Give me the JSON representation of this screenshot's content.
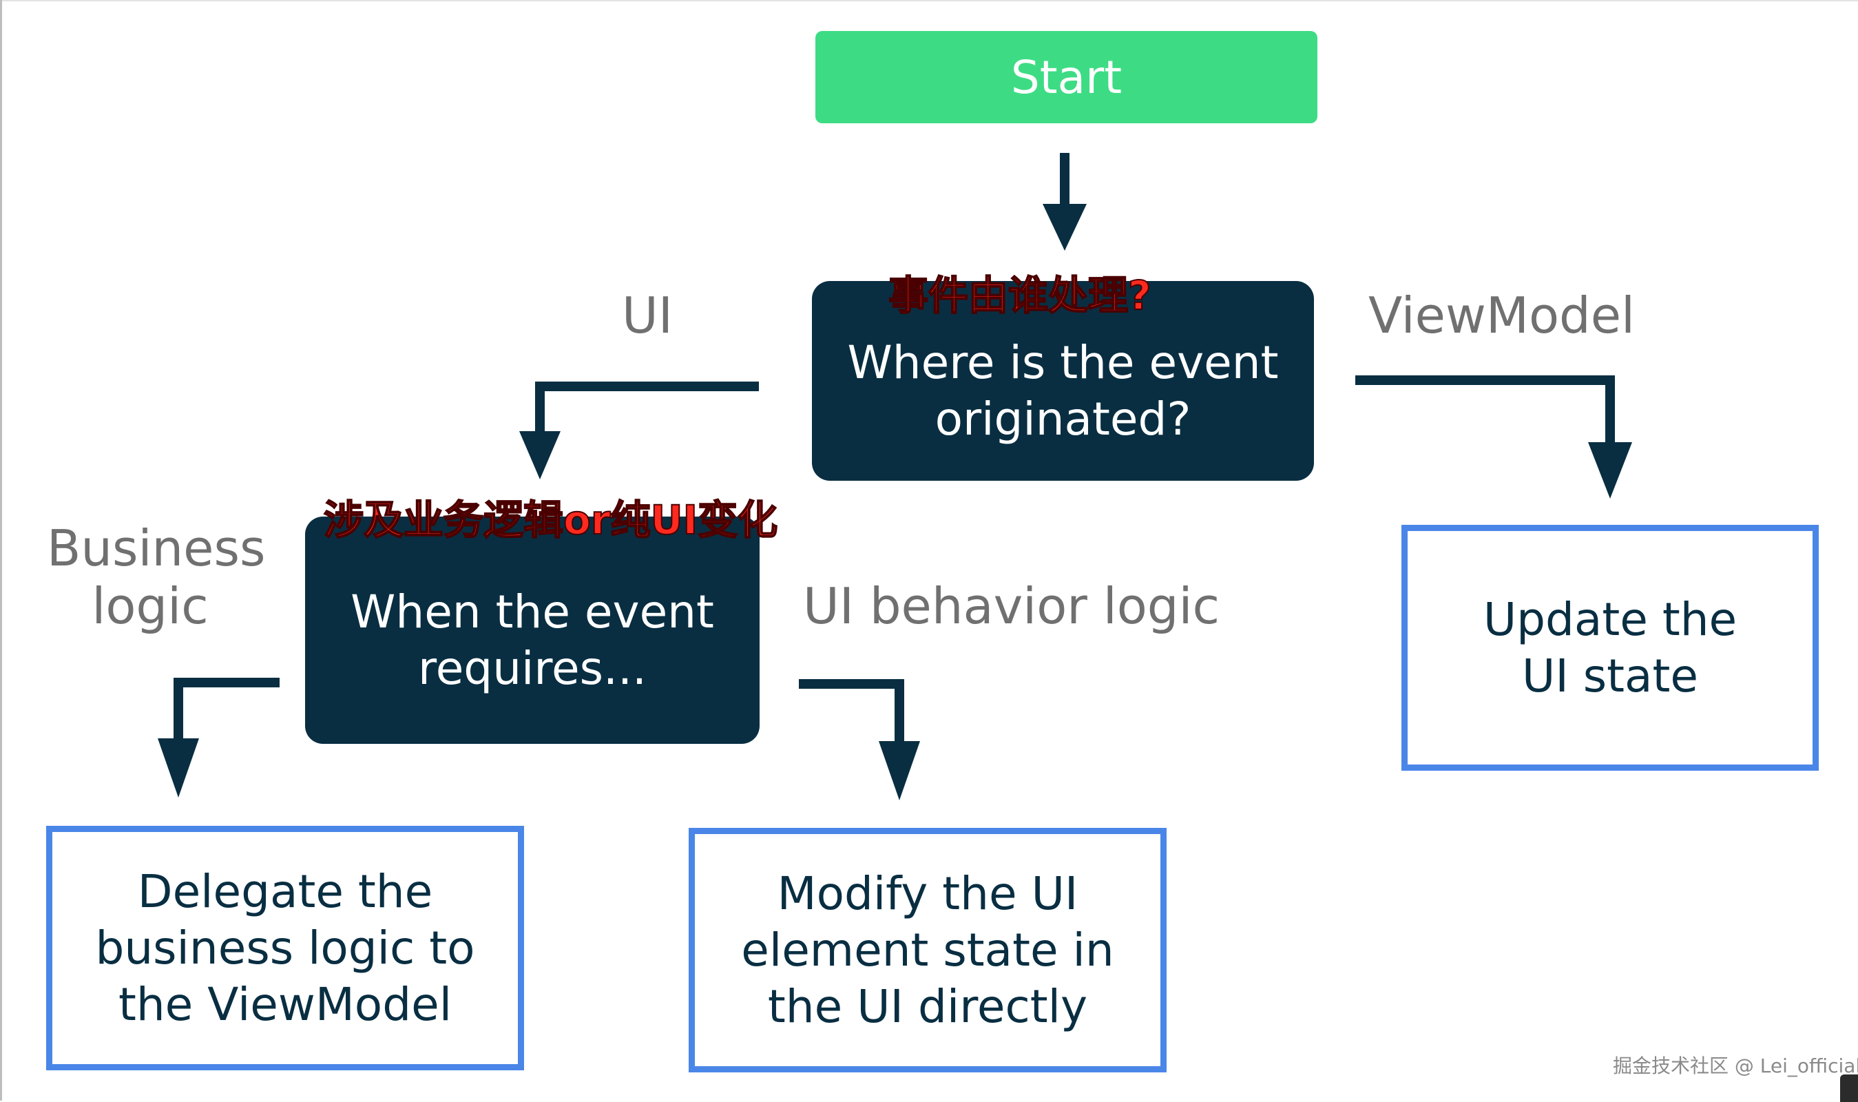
{
  "nodes": {
    "start": {
      "label": "Start"
    },
    "origin_question": {
      "label": "Where is the event\noriginated?"
    },
    "requires_question": {
      "label": "When the event\nrequires..."
    },
    "update_ui_state": {
      "label": "Update the\nUI state"
    },
    "delegate_business": {
      "label": "Delegate the\nbusiness logic to\nthe ViewModel"
    },
    "modify_ui_element": {
      "label": "Modify the UI\nelement state in\nthe UI directly"
    }
  },
  "branches": {
    "ui": "UI",
    "viewmodel": "ViewModel",
    "business_logic": "Business\nlogic",
    "ui_behavior_logic": "UI behavior logic"
  },
  "annotations": {
    "origin": "事件由谁处理?",
    "requires": "涉及业务逻辑or纯UI变化"
  },
  "watermark": "掘金技术社区 @ Lei_official",
  "colors": {
    "start_fill": "#3ddc84",
    "decision_fill": "#092e42",
    "outcome_border": "#4a86e8",
    "arrow": "#092e42",
    "branch_text": "#707070",
    "annotation_text": "#ff2a1f"
  }
}
